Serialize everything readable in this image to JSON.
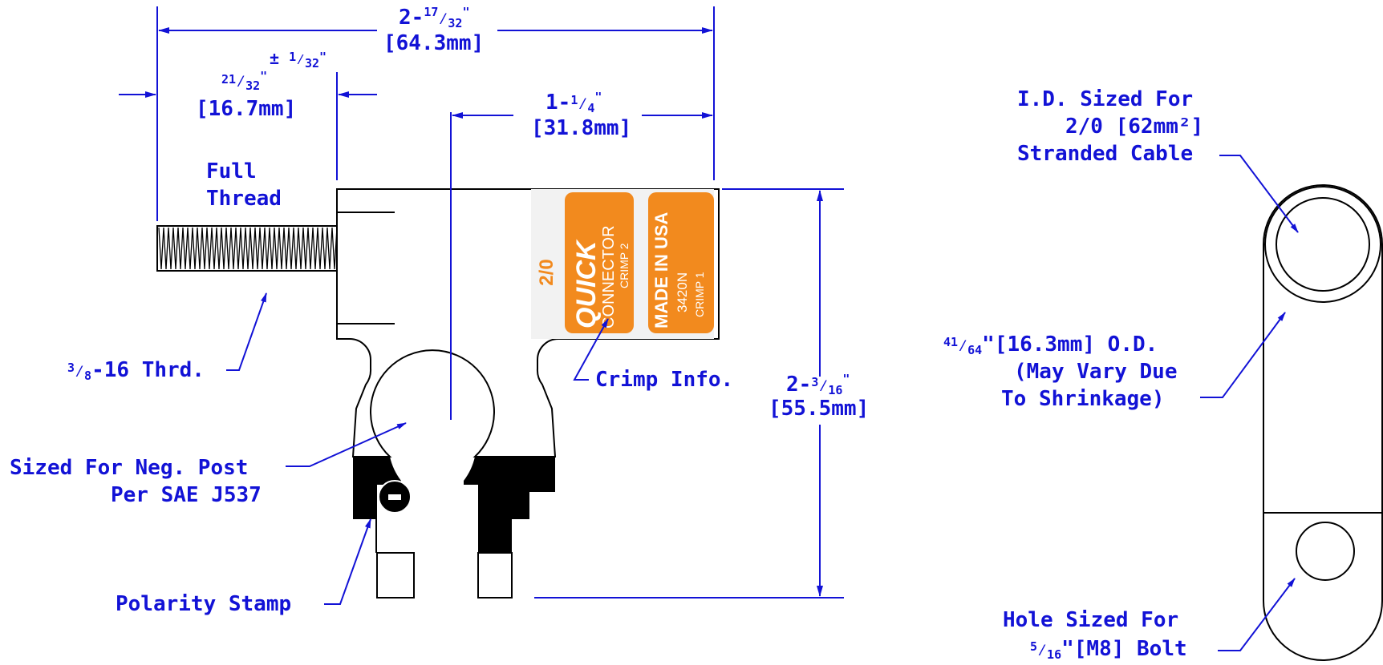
{
  "dimensions": {
    "overall_width": {
      "fraction": "2-17/32",
      "whole": "2-",
      "num": "17",
      "den": "32",
      "quote": "\"",
      "metric": "[64.3mm]"
    },
    "thread_length": {
      "num": "21",
      "den": "32",
      "quote": "\"",
      "tolerance_prefix": "± ",
      "tol_num": "1",
      "tol_den": "32",
      "tol_quote": "\"",
      "metric": "[16.7mm]"
    },
    "center_offset": {
      "whole": "1-",
      "num": "1",
      "den": "4",
      "quote": "\"",
      "metric": "[31.8mm]"
    },
    "overall_height": {
      "whole": "2-",
      "num": "3",
      "den": "16",
      "quote": "\"",
      "metric": "[55.5mm]"
    }
  },
  "callouts": {
    "full_thread_line1": "Full",
    "full_thread_line2": "Thread",
    "thread_spec": {
      "num": "3",
      "den": "8",
      "text": "-16 Thrd."
    },
    "crimp_info": "Crimp Info.",
    "neg_post_line1": "Sized For Neg. Post",
    "neg_post_line2": "Per SAE J537",
    "polarity_stamp": "Polarity Stamp",
    "id_line1": "I.D. Sized For",
    "id_line2": "2/0 [62mm²]",
    "id_line3": "Stranded Cable",
    "od_num": "41",
    "od_den": "64",
    "od_line1": "\"[16.3mm] O.D.",
    "od_line2": "(May Vary Due",
    "od_line3": "To Shrinkage)",
    "hole_line1": "Hole Sized For",
    "hole_num": "5",
    "hole_den": "16",
    "hole_line2": "\"[M8] Bolt"
  },
  "sticker": {
    "size_label": "2/0",
    "brand": "QUICK",
    "connector": "CONNECTOR",
    "crimp2": "CRIMP 2",
    "made_in": "MADE IN USA",
    "part_no": "3420N",
    "crimp1": "CRIMP 1"
  },
  "colors": {
    "annotation": "#1212d6",
    "part": "#000000",
    "sticker": "#f28a1e"
  }
}
